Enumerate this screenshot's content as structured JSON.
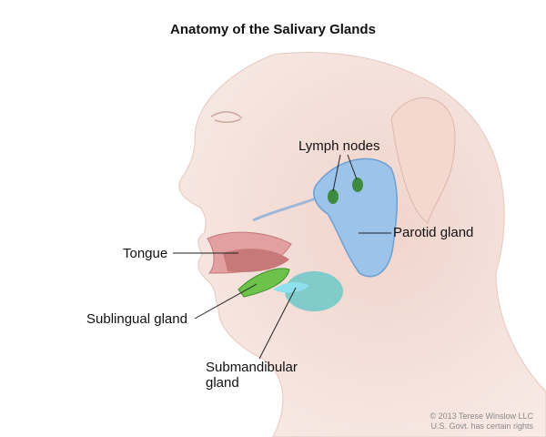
{
  "title": "Anatomy of the Salivary Glands",
  "labels": {
    "lymph_nodes": "Lymph nodes",
    "parotid_gland": "Parotid gland",
    "tongue": "Tongue",
    "sublingual_gland": "Sublingual gland",
    "submandibular_line1": "Submandibular",
    "submandibular_line2": "gland"
  },
  "copyright": {
    "line1": "© 2013 Terese Winslow LLC",
    "line2": "U.S. Govt. has certain rights"
  },
  "colors": {
    "skin": "#f3ddd6",
    "parotid": "#9cc3ea",
    "lymph": "#3e8a3e",
    "sublingual": "#6cc24a",
    "submandibular": "#5bc6c6"
  }
}
